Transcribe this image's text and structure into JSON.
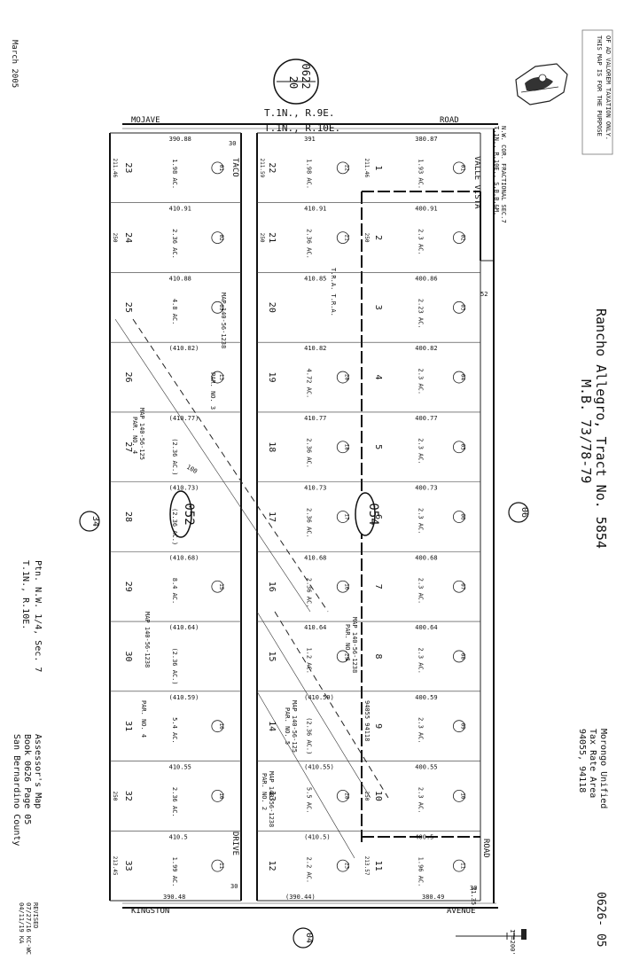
{
  "date": "March 2005",
  "disclaimer": [
    "THIS MAP IS FOR THE PURPOSE",
    "OF AD VALOREM TAXATION ONLY."
  ],
  "title": [
    "Rancho Allegro, Tract No. 5854",
    "M.B. 73/78-79"
  ],
  "tax_rate": [
    "Morongo Unified",
    "Tax Rate Area",
    "94055, 94118"
  ],
  "book_ref": "0626- 05",
  "scale": "1\"=200'",
  "revised": [
    "REVISED",
    "07/27/16 KC-WC",
    "04/11/19 KA"
  ],
  "assessor": [
    "Assessor's Map",
    "Book 0626 Page 05",
    "San Bernardino County"
  ],
  "section_note": [
    "Ptn. N.W. 1/4, Sec. 7",
    "T.1N., R.10E."
  ],
  "book_circle": {
    "top": "0622",
    "bottom": "20"
  },
  "adjacent_books": {
    "right": "06",
    "left": "34",
    "bottom": "04"
  },
  "block_labels": {
    "west": "052",
    "east": "054"
  },
  "streets": {
    "mojave": "MOJAVE",
    "road_top": "ROAD",
    "road_right": "ROAD",
    "taco": "TACO",
    "drive": "DRIVE",
    "valle_vista": "VALLE VISTA",
    "kingston": "KINGSTON",
    "avenue": "AVENUE"
  },
  "township_lines": [
    "T.1N., R.9E.",
    "T.1N., R.10E."
  ],
  "corner_note": [
    "N.W. COR. FRACTIONAL SEC.7",
    "T.1N., R.10E., S.B.B.&M."
  ],
  "map_refs": {
    "lot25": [
      "MAP 140-56-1238",
      "PAR. NO. 3"
    ],
    "lot27": [
      "MAP 140-56-125",
      "PAR. NO. 4"
    ],
    "lot30": [
      "MAP 140-56-1238",
      "PAR. NO. 4"
    ],
    "lot15": [
      "MAP 140-56-1238",
      "PAR. NO. 1"
    ],
    "lot14": [
      "MAP 140-56-125",
      "PAR. NO. 5"
    ],
    "lot13": [
      "MAP 140-56-1238",
      "PAR. NO. 2"
    ],
    "tra": "94055  94118",
    "tr_3": "T.R.A. T.R.A."
  },
  "west_column": [
    {
      "lot": "23",
      "parcel": "01",
      "acres": "1.98 AC.",
      "width": "390.88",
      "depth": "211.46"
    },
    {
      "lot": "24",
      "parcel": "02",
      "acres": "2.36 AC.",
      "width": "410.91",
      "depth": "250"
    },
    {
      "lot": "25",
      "parcel": "03",
      "acres": "4.8 AC.",
      "width": "410.88",
      "depth": ""
    },
    {
      "lot": "26",
      "parcel": "13",
      "acres": "",
      "width": "(410.82)",
      "depth": ""
    },
    {
      "lot": "27",
      "parcel": "",
      "acres": "(2.36 AC.)",
      "width": "(410.77)",
      "depth": ""
    },
    {
      "lot": "28",
      "parcel": "",
      "acres": "(2.36 AC.)",
      "width": "(410.73)",
      "depth": ""
    },
    {
      "lot": "29",
      "parcel": "15",
      "acres": "8.4 AC.",
      "width": "(410.68)",
      "depth": ""
    },
    {
      "lot": "30",
      "parcel": "",
      "acres": "(2.36 AC.)",
      "width": "(410.64)",
      "depth": ""
    },
    {
      "lot": "31",
      "parcel": "16",
      "acres": "5.4 AC.",
      "width": "(410.59)",
      "depth": ""
    },
    {
      "lot": "32",
      "parcel": "10",
      "acres": "2.36 AC.",
      "width": "410.55",
      "depth": "250"
    },
    {
      "lot": "33",
      "parcel": "11",
      "acres": "1.99 AC.",
      "width": "410.5",
      "depth": "213.45"
    }
  ],
  "west_bottom_width": "390.48",
  "middle_column": [
    {
      "lot": "22",
      "parcel": "22",
      "acres": "1.98 AC.",
      "width": "391",
      "depth": "211.59"
    },
    {
      "lot": "21",
      "parcel": "21",
      "acres": "2.36 AC.",
      "width": "410.91",
      "depth": "250"
    },
    {
      "lot": "20",
      "parcel": "",
      "acres": "",
      "width": "410.85",
      "depth": ""
    },
    {
      "lot": "19",
      "parcel": "20",
      "acres": "4.72 AC.",
      "width": "410.82",
      "depth": ""
    },
    {
      "lot": "18",
      "parcel": "18",
      "acres": "2.36 AC.",
      "width": "410.77",
      "depth": ""
    },
    {
      "lot": "17",
      "parcel": "17",
      "acres": "2.36 AC.",
      "width": "410.73",
      "depth": ""
    },
    {
      "lot": "16",
      "parcel": "16",
      "acres": "2.36 AC.",
      "width": "410.68",
      "depth": ""
    },
    {
      "lot": "15",
      "parcel": "29",
      "acres": "1.2 AC.",
      "width": "410.64",
      "depth": ""
    },
    {
      "lot": "14",
      "parcel": "",
      "acres": "(2.36 AC.)",
      "width": "(410.59)",
      "depth": ""
    },
    {
      "lot": "13",
      "parcel": "28",
      "acres": "5.5 AC.",
      "width": "(410.55)",
      "depth": ""
    },
    {
      "lot": "12",
      "parcel": "23",
      "acres": "2.2 AC.",
      "width": "(410.5)",
      "depth": ""
    }
  ],
  "middle_bottom_width": "(390.44)",
  "east_column": [
    {
      "lot": "1",
      "parcel": "01",
      "acres": "1.93 AC.",
      "width": "380.87",
      "depth": "211.46"
    },
    {
      "lot": "2",
      "parcel": "02",
      "acres": "2.3 AC.",
      "width": "400.91",
      "depth": "250"
    },
    {
      "lot": "3",
      "parcel": "03",
      "acres": "2.23 AC.",
      "width": "400.86",
      "depth": ""
    },
    {
      "lot": "4",
      "parcel": "04",
      "acres": "2.3 AC.",
      "width": "400.82",
      "depth": ""
    },
    {
      "lot": "5",
      "parcel": "05",
      "acres": "2.3 AC.",
      "width": "400.77",
      "depth": ""
    },
    {
      "lot": "6",
      "parcel": "06",
      "acres": "2.3 AC.",
      "width": "400.73",
      "depth": ""
    },
    {
      "lot": "7",
      "parcel": "07",
      "acres": "2.3 AC.",
      "width": "400.68",
      "depth": ""
    },
    {
      "lot": "8",
      "parcel": "08",
      "acres": "2.3 AC.",
      "width": "400.64",
      "depth": ""
    },
    {
      "lot": "9",
      "parcel": "09",
      "acres": "2.3 AC.",
      "width": "400.59",
      "depth": ""
    },
    {
      "lot": "10",
      "parcel": "10",
      "acres": "2.3 AC.",
      "width": "400.55",
      "depth": "250"
    },
    {
      "lot": "11",
      "parcel": "11",
      "acres": "1.96 AC.",
      "width": "400.5",
      "depth": "213.57"
    }
  ],
  "east_bottom_width": "380.49",
  "misc": {
    "road_top_width": "30",
    "road_width_left": "30",
    "road_width_right": "30",
    "cor_52": "52",
    "dim_100": "100",
    "dim_30_35": "31.35"
  }
}
